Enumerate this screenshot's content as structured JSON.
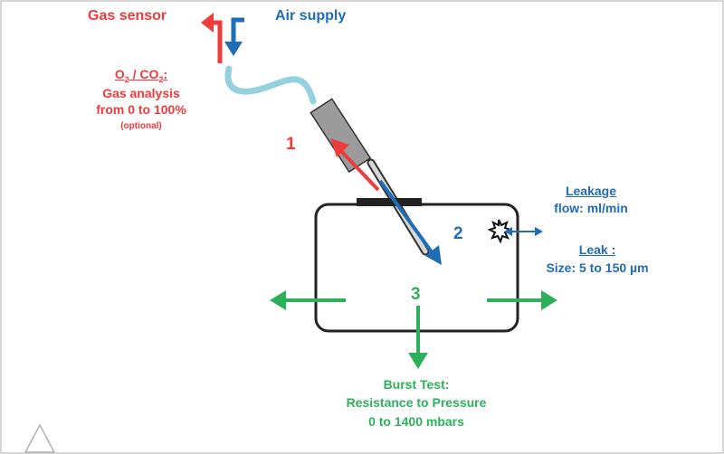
{
  "labels": {
    "gas_sensor": "Gas sensor",
    "air_supply": "Air supply",
    "o2": "O",
    "o2_sub": "2",
    "sep": " / CO",
    "co2_sub": "2",
    "colon": ":",
    "gas_analysis_1": "Gas analysis",
    "gas_analysis_2": "from 0 to 100%",
    "optional": "(optional)",
    "step1": "1",
    "step2": "2",
    "step3": "3",
    "leakage_title": "Leakage",
    "leakage_value": "flow: ml/min",
    "leak_title": "Leak :",
    "leak_value": "Size: 5 to 150 µm",
    "burst_1": "Burst Test:",
    "burst_2": "Resistance to Pressure",
    "burst_3": "0 to 1400 mbars"
  },
  "colors": {
    "red": "#ee3b3b",
    "blue": "#1f6db5",
    "green": "#2eb05a",
    "tube": "#93d1df",
    "probe": "#9b9b9b"
  }
}
